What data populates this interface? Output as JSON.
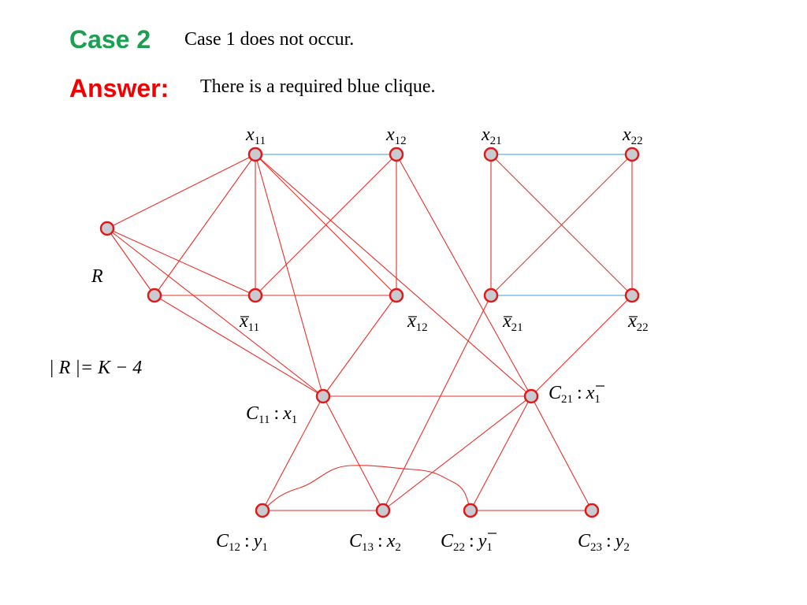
{
  "slide": {
    "case_label": "Case 2",
    "case_text": "Case 1 does not occur.",
    "answer_label": "Answer:",
    "answer_text": "There is a required blue clique."
  },
  "colors": {
    "case_label": "#1aa050",
    "answer_label": "#f00000",
    "red_edge": "#e8302a",
    "blue_edge": "#3aa0d8",
    "node_fill": "#c8ccd0",
    "node_stroke": "#e01a1a"
  },
  "graph": {
    "labels": {
      "x11": {
        "var": "x",
        "sub": "11"
      },
      "x12": {
        "var": "x",
        "sub": "12"
      },
      "x21": {
        "var": "x",
        "sub": "21"
      },
      "x22": {
        "var": "x",
        "sub": "22"
      },
      "nx11": {
        "var": "x",
        "sub": "11",
        "bar": true
      },
      "nx12": {
        "var": "x",
        "sub": "12",
        "bar": true
      },
      "nx21": {
        "var": "x",
        "sub": "21",
        "bar": true
      },
      "nx22": {
        "var": "x",
        "sub": "22",
        "bar": true
      },
      "R": "R",
      "R_size": {
        "left": "| R |=",
        "right": "K − 4"
      },
      "c11": {
        "C": "C",
        "csub": "11",
        "sep": ":",
        "var": "x",
        "vsub": "1"
      },
      "c21": {
        "C": "C",
        "csub": "21",
        "sep": ":",
        "var": "x",
        "vsub": "1",
        "bar": true
      },
      "c12": {
        "C": "C",
        "csub": "12",
        "sep": ":",
        "var": "y",
        "vsub": "1"
      },
      "c13": {
        "C": "C",
        "csub": "13",
        "sep": ":",
        "var": "x",
        "vsub": "2"
      },
      "c22": {
        "C": "C",
        "csub": "22",
        "sep": ":",
        "var": "y",
        "vsub": "1",
        "bar": true
      },
      "c23": {
        "C": "C",
        "csub": "23",
        "sep": ":",
        "var": "y",
        "vsub": "2"
      }
    },
    "nodes": [
      "x11",
      "x12",
      "x21",
      "x22",
      "R_top",
      "R_bottom",
      "nx11",
      "nx12",
      "nx21",
      "nx22",
      "c11",
      "c21",
      "c12",
      "c13",
      "c22",
      "c23"
    ],
    "edges": [
      {
        "from": "x11",
        "to": "x12",
        "color": "blue"
      },
      {
        "from": "x21",
        "to": "x22",
        "color": "blue"
      },
      {
        "from": "nx21",
        "to": "nx22",
        "color": "blue"
      },
      {
        "from": "R_top",
        "to": "x11",
        "color": "red"
      },
      {
        "from": "R_top",
        "to": "R_bottom",
        "color": "red"
      },
      {
        "from": "R_top",
        "to": "nx11",
        "color": "red"
      },
      {
        "from": "R_top",
        "to": "c11",
        "color": "red"
      },
      {
        "from": "R_bottom",
        "to": "x11",
        "color": "red"
      },
      {
        "from": "R_bottom",
        "to": "nx11",
        "color": "red"
      },
      {
        "from": "R_bottom",
        "to": "c11",
        "color": "red"
      },
      {
        "from": "x11",
        "to": "nx11",
        "color": "red"
      },
      {
        "from": "x11",
        "to": "nx12",
        "color": "red"
      },
      {
        "from": "x11",
        "to": "c11",
        "color": "red"
      },
      {
        "from": "x11",
        "to": "c21",
        "color": "red"
      },
      {
        "from": "x12",
        "to": "nx11",
        "color": "red"
      },
      {
        "from": "x12",
        "to": "nx12",
        "color": "red"
      },
      {
        "from": "x12",
        "to": "c21",
        "color": "red"
      },
      {
        "from": "nx11",
        "to": "nx12",
        "color": "red"
      },
      {
        "from": "nx12",
        "to": "c11",
        "color": "red"
      },
      {
        "from": "x21",
        "to": "nx21",
        "color": "red"
      },
      {
        "from": "x21",
        "to": "nx22",
        "color": "red"
      },
      {
        "from": "x22",
        "to": "nx21",
        "color": "red"
      },
      {
        "from": "x22",
        "to": "nx22",
        "color": "red"
      },
      {
        "from": "nx21",
        "to": "c13",
        "color": "red"
      },
      {
        "from": "nx22",
        "to": "c21",
        "color": "red"
      },
      {
        "from": "c11",
        "to": "c21",
        "color": "red"
      },
      {
        "from": "c11",
        "to": "c12",
        "color": "red"
      },
      {
        "from": "c11",
        "to": "c13",
        "color": "red"
      },
      {
        "from": "c12",
        "to": "c13",
        "color": "red"
      },
      {
        "from": "c21",
        "to": "c13",
        "color": "red"
      },
      {
        "from": "c21",
        "to": "c22",
        "color": "red"
      },
      {
        "from": "c21",
        "to": "c23",
        "color": "red"
      },
      {
        "from": "c22",
        "to": "c23",
        "color": "red"
      },
      {
        "from": "c12",
        "to": "c22",
        "color": "red",
        "curved": true
      }
    ]
  }
}
